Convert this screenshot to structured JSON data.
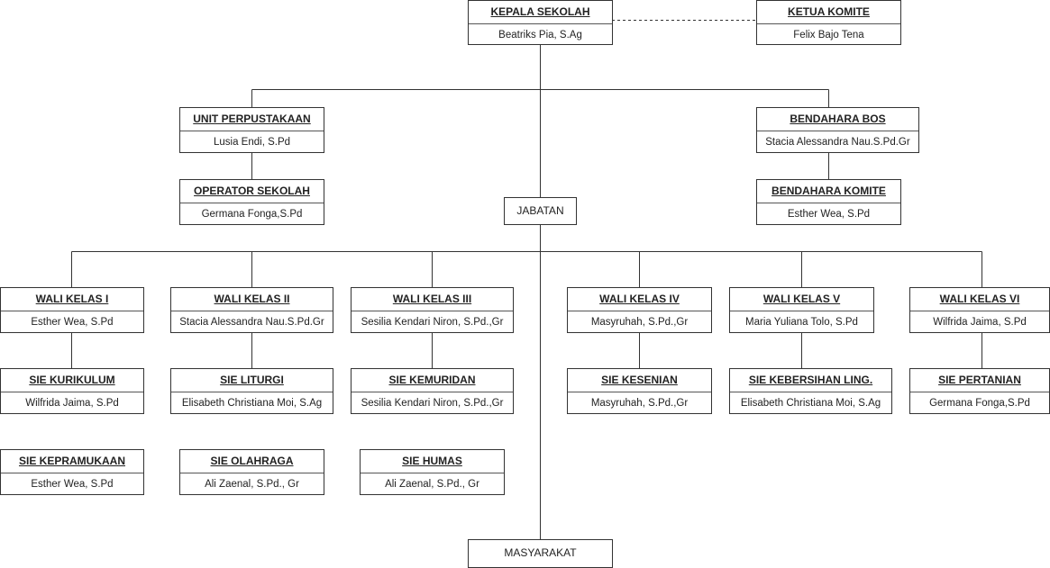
{
  "kepala": {
    "title": "KEPALA SEKOLAH",
    "name": "Beatriks Pia, S.Ag"
  },
  "komite": {
    "title": "KETUA KOMITE",
    "name": "Felix Bajo Tena"
  },
  "perpustakaan": {
    "title": "UNIT PERPUSTAKAAN",
    "name": "Lusia Endi, S.Pd"
  },
  "operator": {
    "title": "OPERATOR SEKOLAH",
    "name": "Germana Fonga,S.Pd"
  },
  "bendahara_bos": {
    "title": "BENDAHARA BOS",
    "name": "Stacia Alessandra Nau.S.Pd.Gr"
  },
  "bendahara_komite": {
    "title": "BENDAHARA KOMITE",
    "name": "Esther Wea, S.Pd"
  },
  "jabatan": "JABATAN",
  "masyarakat": "MASYARAKAT",
  "wali": [
    {
      "title": "WALI KELAS I",
      "name": "Esther Wea, S.Pd"
    },
    {
      "title": "WALI KELAS II",
      "name": "Stacia Alessandra Nau.S.Pd.Gr"
    },
    {
      "title": "WALI KELAS III",
      "name": "Sesilia Kendari Niron, S.Pd.,Gr"
    },
    {
      "title": "WALI KELAS IV",
      "name": "Masyruhah, S.Pd.,Gr"
    },
    {
      "title": "WALI KELAS V",
      "name": "Maria Yuliana Tolo, S.Pd"
    },
    {
      "title": "WALI KELAS VI",
      "name": "Wilfrida Jaima, S.Pd"
    }
  ],
  "sie_row1": [
    {
      "title": "SIE KURIKULUM",
      "name": "Wilfrida Jaima, S.Pd"
    },
    {
      "title": "SIE LITURGI",
      "name": "Elisabeth Christiana Moi, S.Ag"
    },
    {
      "title": "SIE KEMURIDAN",
      "name": "Sesilia Kendari Niron, S.Pd.,Gr"
    },
    {
      "title": "SIE KESENIAN",
      "name": "Masyruhah, S.Pd.,Gr"
    },
    {
      "title": "SIE KEBERSIHAN LING.",
      "name": "Elisabeth Christiana Moi, S.Ag"
    },
    {
      "title": "SIE PERTANIAN",
      "name": "Germana Fonga,S.Pd"
    }
  ],
  "sie_row2": [
    {
      "title": "SIE KEPRAMUKAAN",
      "name": "Esther Wea, S.Pd"
    },
    {
      "title": "SIE OLAHRAGA",
      "name": "Ali Zaenal, S.Pd., Gr"
    },
    {
      "title": "SIE HUMAS",
      "name": "Ali Zaenal, S.Pd., Gr"
    }
  ]
}
